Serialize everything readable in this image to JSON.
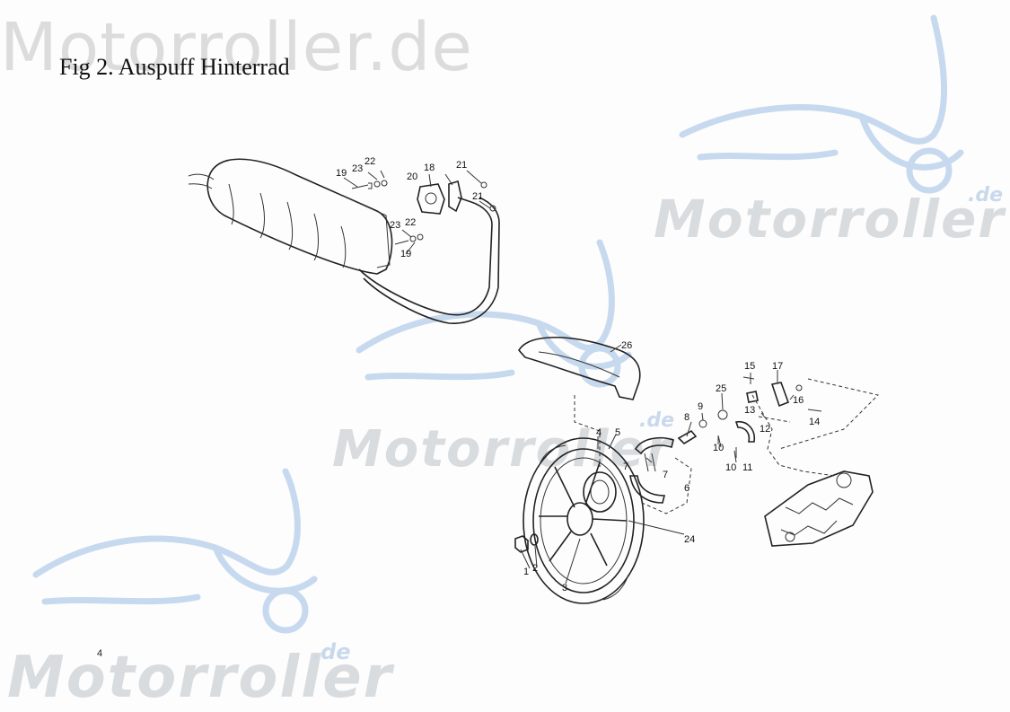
{
  "title": "Fig 2.  Auspuff Hinterrad",
  "page_number": "4",
  "watermarks": {
    "top_left": "Motorroller.de",
    "right": "Motorroller",
    "center": "Motorroller",
    "bottom_left": "Motorroller",
    "suffix": ".de"
  },
  "part_labels": {
    "p1": "1",
    "p2": "2",
    "p3": "3",
    "p4": "4",
    "p5": "5",
    "p6": "6",
    "p7a": "7",
    "p7b": "7",
    "p8": "8",
    "p9": "9",
    "p10a": "10",
    "p10b": "10",
    "p11": "11",
    "p12": "12",
    "p13": "13",
    "p14": "14",
    "p15": "15",
    "p16": "16",
    "p17": "17",
    "p18": "18",
    "p19a": "19",
    "p19b": "19",
    "p20": "20",
    "p21a": "21",
    "p21b": "21",
    "p22a": "22",
    "p22b": "22",
    "p23a": "23",
    "p23b": "23",
    "p24": "24",
    "p25": "25",
    "p26": "26"
  },
  "colors": {
    "line": "#222222",
    "watermark": "#c7d9ee"
  }
}
